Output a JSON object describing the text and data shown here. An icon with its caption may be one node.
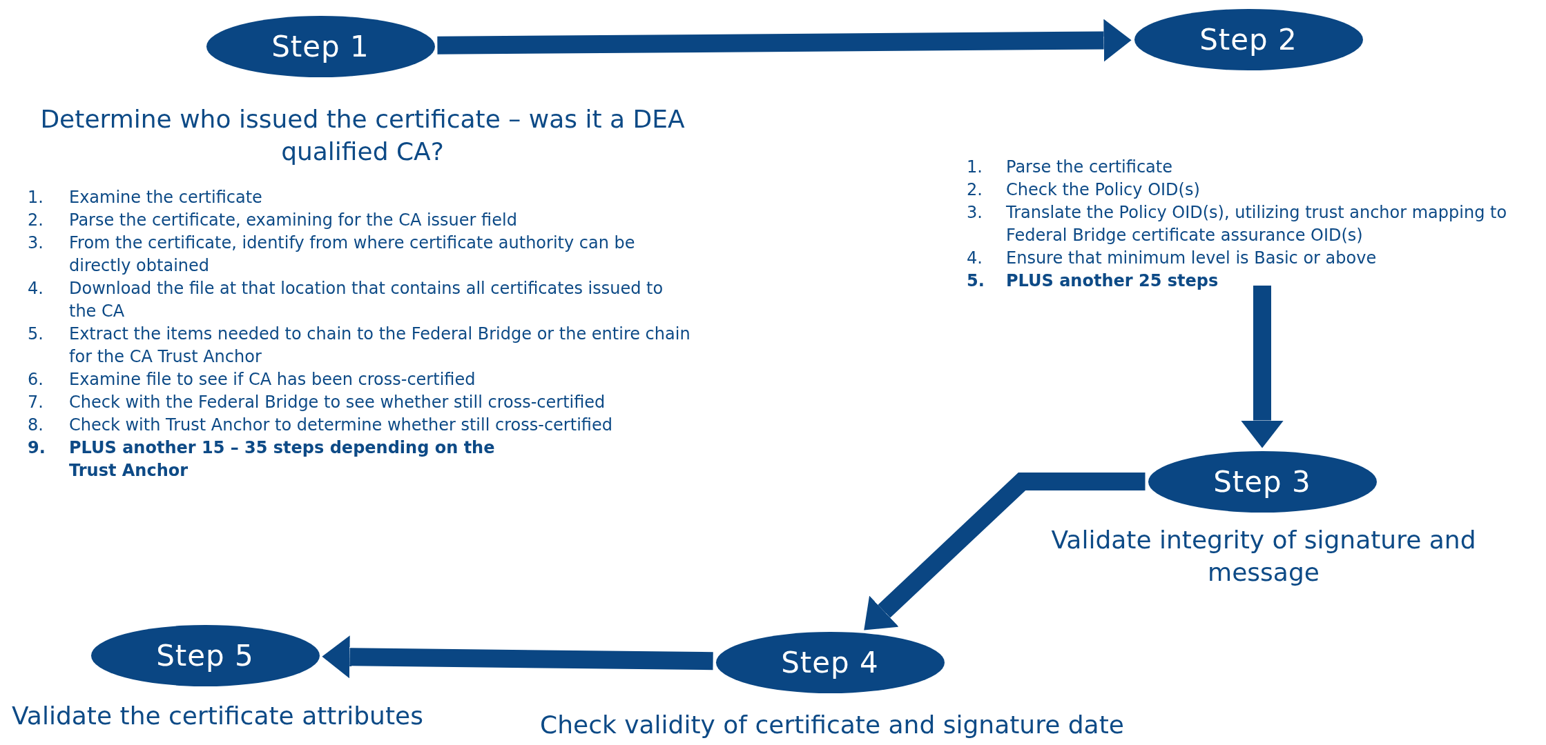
{
  "diagram": {
    "nodes": [
      {
        "text": [
          "Step 1"
        ],
        "beside": [
          "Determine who issued the certificate – was it a DEA qualified CA?"
        ]
      },
      {
        "text": [
          "Step 2"
        ]
      },
      {
        "text": [
          "Step 3"
        ],
        "beside": [
          "Validate integrity of signature and message"
        ]
      },
      {
        "text": [
          "Step 4"
        ],
        "beside": [
          "Check validity of certificate and signature date"
        ]
      },
      {
        "text": [
          "Step 5"
        ],
        "beside": [
          "Validate the certificate attributes"
        ]
      }
    ],
    "edges": [
      {
        "from": 0,
        "to": 1,
        "arrow": "to"
      },
      {
        "from": null,
        "to": 2,
        "arrow": "to"
      },
      {
        "from": 2,
        "to": 3,
        "arrow": "to"
      },
      {
        "from": 3,
        "to": 4,
        "arrow": "to"
      }
    ],
    "labels": [
      "1.",
      "Examine the certificate",
      "2.",
      "Parse the certificate, examining for the CA issuer field",
      "3.",
      "From the certificate, identify from where certificate authority can be directly obtained",
      "4.",
      "Download the file at that location that contains all certificates issued to the CA",
      "5.",
      "Extract the items needed to chain to the Federal Bridge or the entire chain for the CA Trust Anchor",
      "6.",
      "Examine file to see if CA has been cross-certified",
      "7.",
      "Check with the Federal Bridge to see whether still cross-certified",
      "8.",
      "Check with Trust Anchor to determine whether still cross-certified",
      "9.",
      "PLUS another 15 – 35 steps depending on the Trust Anchor",
      "1.",
      "Parse the certificate",
      "2.",
      "Check the Policy OID(s)",
      "3.",
      "Translate the Policy OID(s), utilizing trust anchor mapping to Federal Bridge certificate assurance OID(s)",
      "4.",
      "Ensure that minimum level is Basic or above",
      "5.",
      "PLUS another 25 steps"
    ]
  }
}
